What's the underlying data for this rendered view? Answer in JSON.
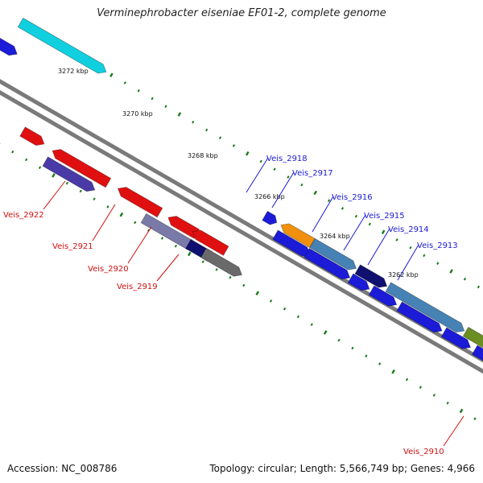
{
  "title": "Verminephrobacter eiseniae EF01-2, complete genome",
  "footer": {
    "accession": "Accession: NC_008786",
    "stats": "Topology: circular; Length: 5,566,749 bp; Genes: 4,966"
  },
  "colors": {
    "forward_label": "#1a1ad0",
    "reverse_label": "#d01010",
    "backbone": "#7a7a7a",
    "tick": "#1a7a1a"
  },
  "scale_ticks": [
    "3272 kbp",
    "3270 kbp",
    "3268 kbp",
    "3266 kbp",
    "3264 kbp",
    "3262 kbp"
  ],
  "gene_labels": {
    "forward": [
      "Veis_2918",
      "Veis_2917",
      "Veis_2916",
      "Veis_2915",
      "Veis_2914",
      "Veis_2913"
    ],
    "reverse": [
      "Veis_2922",
      "Veis_2921",
      "Veis_2920",
      "Veis_2919",
      "Veis_2910"
    ]
  }
}
